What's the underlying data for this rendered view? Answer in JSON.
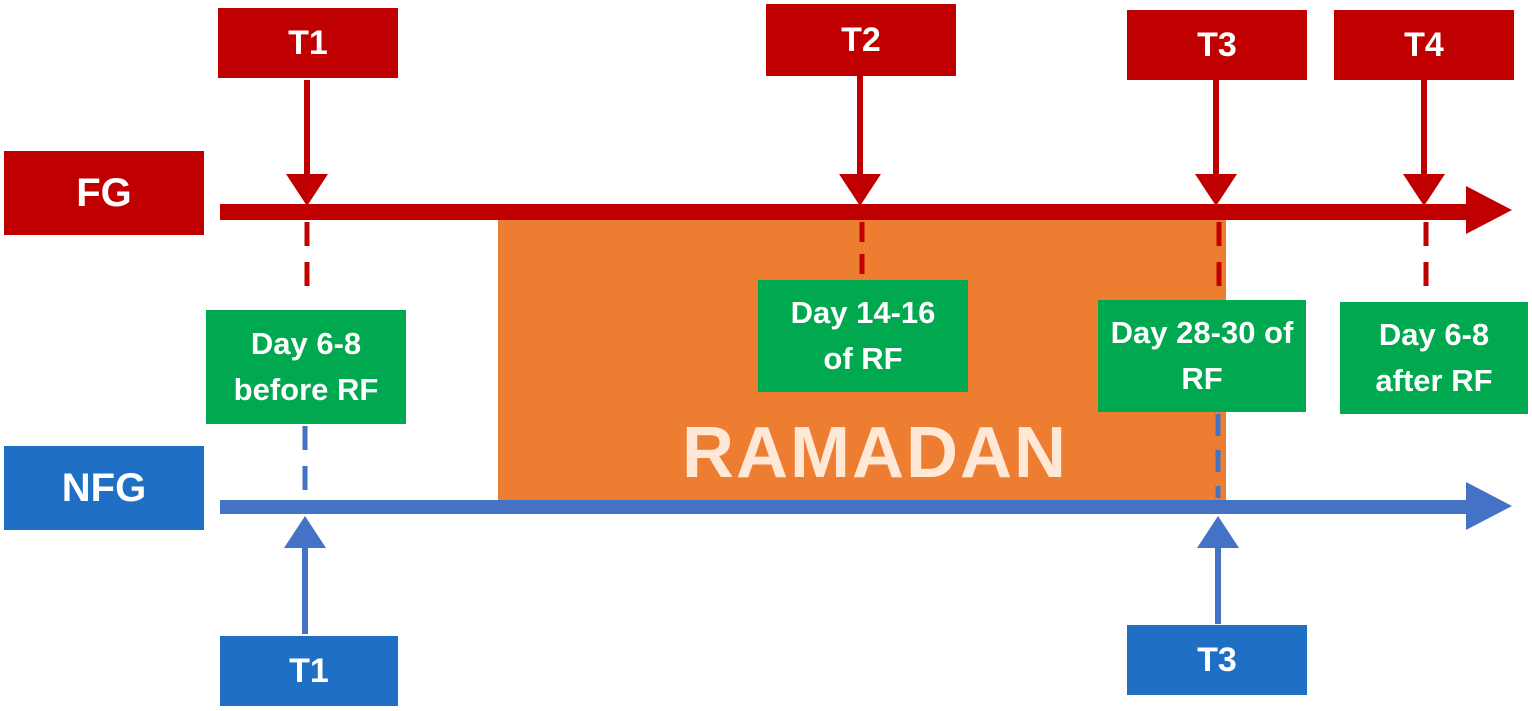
{
  "colors": {
    "fg": "#c00000",
    "nfg": "#1f6fc5",
    "green": "#00a84f",
    "ramadan": "#ed7d31"
  },
  "groups": {
    "fg": "FG",
    "nfg": "NFG"
  },
  "ramadan_label": "RAMADAN",
  "fg_timepoints": {
    "t1": "T1",
    "t2": "T2",
    "t3": "T3",
    "t4": "T4"
  },
  "nfg_timepoints": {
    "t1": "T1",
    "t3": "T3"
  },
  "windows": {
    "t1": "Day 6-8 before RF",
    "t2": "Day 14-16 of RF",
    "t3": "Day 28-30 of RF",
    "t4": "Day 6-8 after RF"
  }
}
